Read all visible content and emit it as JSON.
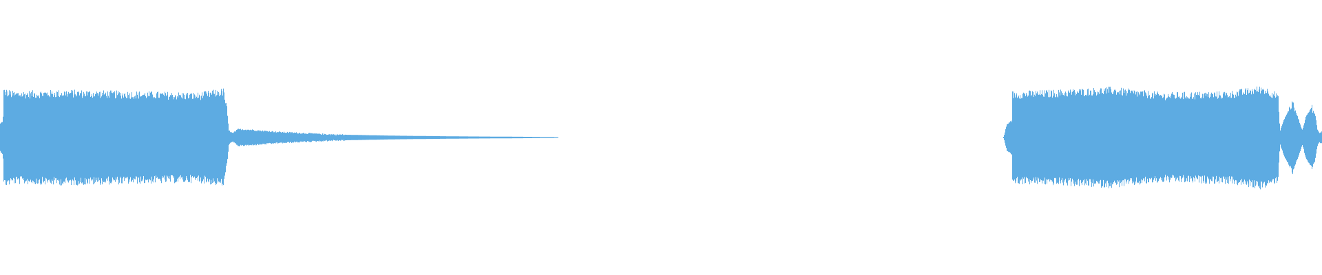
{
  "chart_data": {
    "type": "area",
    "title": "",
    "xlabel": "",
    "ylabel": "",
    "ylim": [
      -1,
      1
    ],
    "xlim": [
      0,
      1
    ],
    "grid": false,
    "legend": "none",
    "color": "#5DABE2",
    "envelope": [
      [
        0.0,
        0.1
      ],
      [
        0.002,
        0.12
      ],
      [
        0.0026,
        0.33
      ],
      [
        0.01,
        0.31
      ],
      [
        0.05,
        0.32
      ],
      [
        0.1,
        0.31
      ],
      [
        0.15,
        0.3
      ],
      [
        0.169,
        0.33
      ],
      [
        0.1715,
        0.2
      ],
      [
        0.173,
        0.05
      ],
      [
        0.176,
        0.03
      ],
      [
        0.18,
        0.06
      ],
      [
        0.19,
        0.055
      ],
      [
        0.21,
        0.04
      ],
      [
        0.25,
        0.022
      ],
      [
        0.3,
        0.013
      ],
      [
        0.35,
        0.008
      ],
      [
        0.4,
        0.005
      ],
      [
        0.422,
        0.003
      ],
      [
        0.4225,
        0.0
      ],
      [
        0.759,
        0.0
      ],
      [
        0.7595,
        0.01
      ],
      [
        0.762,
        0.1
      ],
      [
        0.7655,
        0.12
      ],
      [
        0.766,
        0.31
      ],
      [
        0.8,
        0.32
      ],
      [
        0.84,
        0.34
      ],
      [
        0.88,
        0.3
      ],
      [
        0.93,
        0.31
      ],
      [
        0.955,
        0.35
      ],
      [
        0.967,
        0.3
      ],
      [
        0.9685,
        0.05
      ],
      [
        0.972,
        0.14
      ],
      [
        0.978,
        0.25
      ],
      [
        0.983,
        0.12
      ],
      [
        0.9855,
        0.05
      ],
      [
        0.988,
        0.15
      ],
      [
        0.9925,
        0.22
      ],
      [
        0.995,
        0.17
      ],
      [
        0.997,
        0.05
      ],
      [
        0.9985,
        0.035
      ],
      [
        1.0,
        0.04
      ]
    ]
  }
}
